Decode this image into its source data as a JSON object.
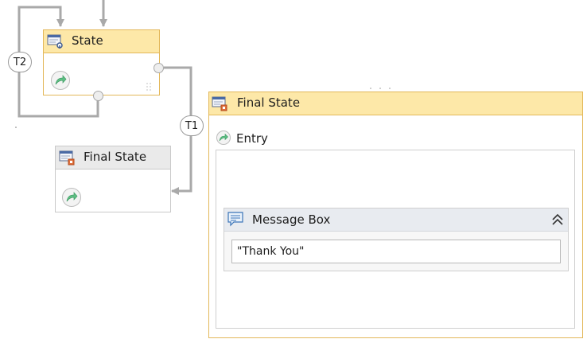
{
  "colors": {
    "wire": "#a9a9a9",
    "selected_border": "#e3b85a",
    "selected_header": "#fde8a8"
  },
  "state": {
    "title": "State",
    "icon": "state-icon",
    "entry_icon": "entry-action-icon"
  },
  "final_state_small": {
    "title": "Final State",
    "icon": "final-state-icon"
  },
  "transitions": [
    {
      "label": "T1"
    },
    {
      "label": "T2"
    }
  ],
  "final_state_large": {
    "title": "Final State",
    "icon": "final-state-icon",
    "entry_label": "Entry",
    "message_box": {
      "title": "Message Box",
      "icon": "message-box-icon",
      "collapse_icon": "collapse-chevron-icon",
      "text_value": "\"Thank You\""
    }
  }
}
